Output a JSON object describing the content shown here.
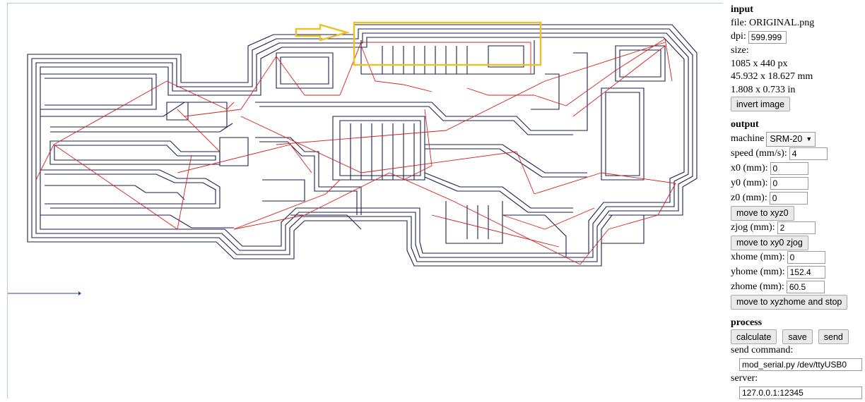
{
  "input": {
    "heading": "input",
    "file_label": "file:",
    "file_name": "ORIGINAL.png",
    "dpi_label": "dpi:",
    "dpi_value": "599.999",
    "size_label": "size:",
    "size_px": "1085 x 440 px",
    "size_mm": "45.932 x 18.627 mm",
    "size_in": "1.808 x 0.733 in",
    "invert_label": "invert image"
  },
  "output": {
    "heading": "output",
    "machine_label": "machine",
    "machine_value": "SRM-20",
    "speed_label": "speed (mm/s):",
    "speed_value": "4",
    "x0_label": "x0 (mm):",
    "x0_value": "0",
    "y0_label": "y0 (mm):",
    "y0_value": "0",
    "z0_label": "z0 (mm):",
    "z0_value": "0",
    "move_xyz0_label": "move to xyz0",
    "zjog_label": "zjog (mm):",
    "zjog_value": "2",
    "move_xy0_label": "move to xy0 zjog",
    "xhome_label": "xhome (mm):",
    "xhome_value": "0",
    "yhome_label": "yhome (mm):",
    "yhome_value": "152.4",
    "zhome_label": "zhome (mm):",
    "zhome_value": "60.5",
    "move_home_label": "move to xyzhome and stop"
  },
  "process": {
    "heading": "process",
    "calculate_label": "calculate",
    "save_label": "save",
    "send_label": "send",
    "send_command_label": "send command:",
    "send_command_value": "mod_serial.py /dev/ttyUSB0",
    "server_label": "server:",
    "server_value": "127.0.0.1:12345"
  },
  "colors": {
    "toolpath": "#1c1f4a",
    "move": "#d42020",
    "highlight": "#e8c22c",
    "axis": "#2b3fb0"
  }
}
